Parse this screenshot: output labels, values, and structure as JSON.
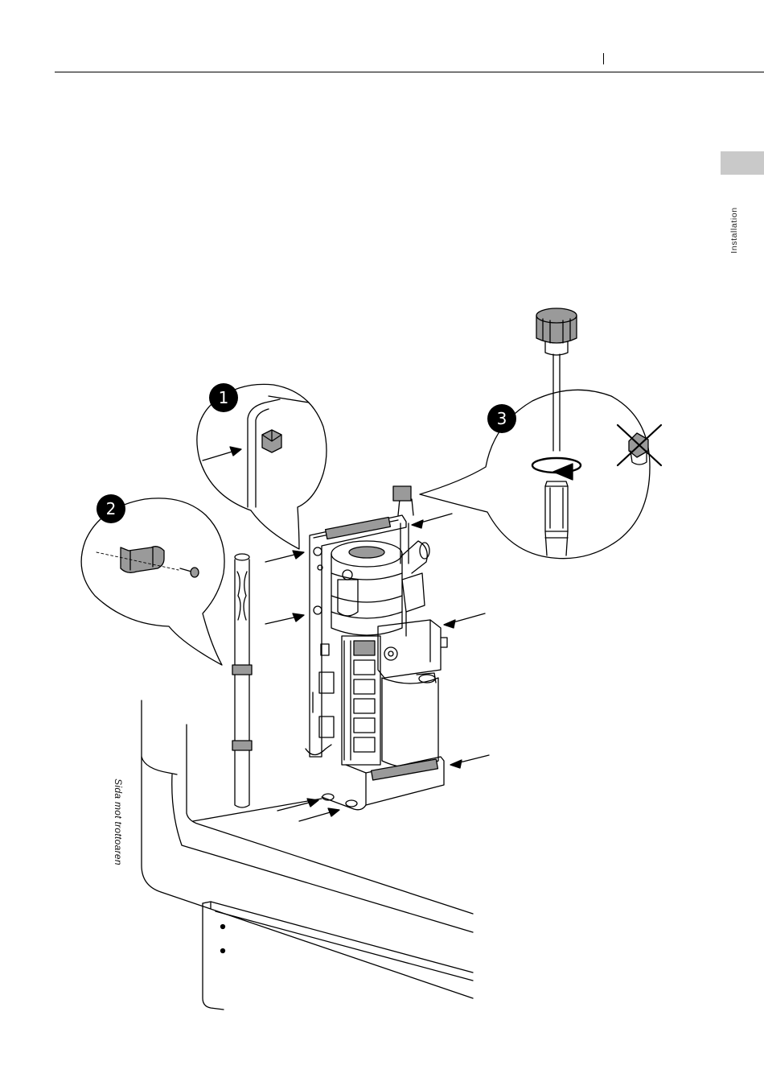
{
  "header": {
    "chapter_tab_label": "Installation"
  },
  "figure": {
    "curb_side_caption": "Sida mot trottoaren",
    "steps": [
      {
        "number": "1",
        "icon": "bolt-head-icon"
      },
      {
        "number": "2",
        "icon": "clamp-and-screw-icon"
      },
      {
        "number": "3",
        "icon": "dipstick-cap-icon"
      }
    ],
    "prohibited_icon": "crossed-out-plug-icon",
    "colors": {
      "tab_gray": "#c9c9c9",
      "part_gray": "#9a9a9a",
      "ink": "#000000"
    }
  }
}
